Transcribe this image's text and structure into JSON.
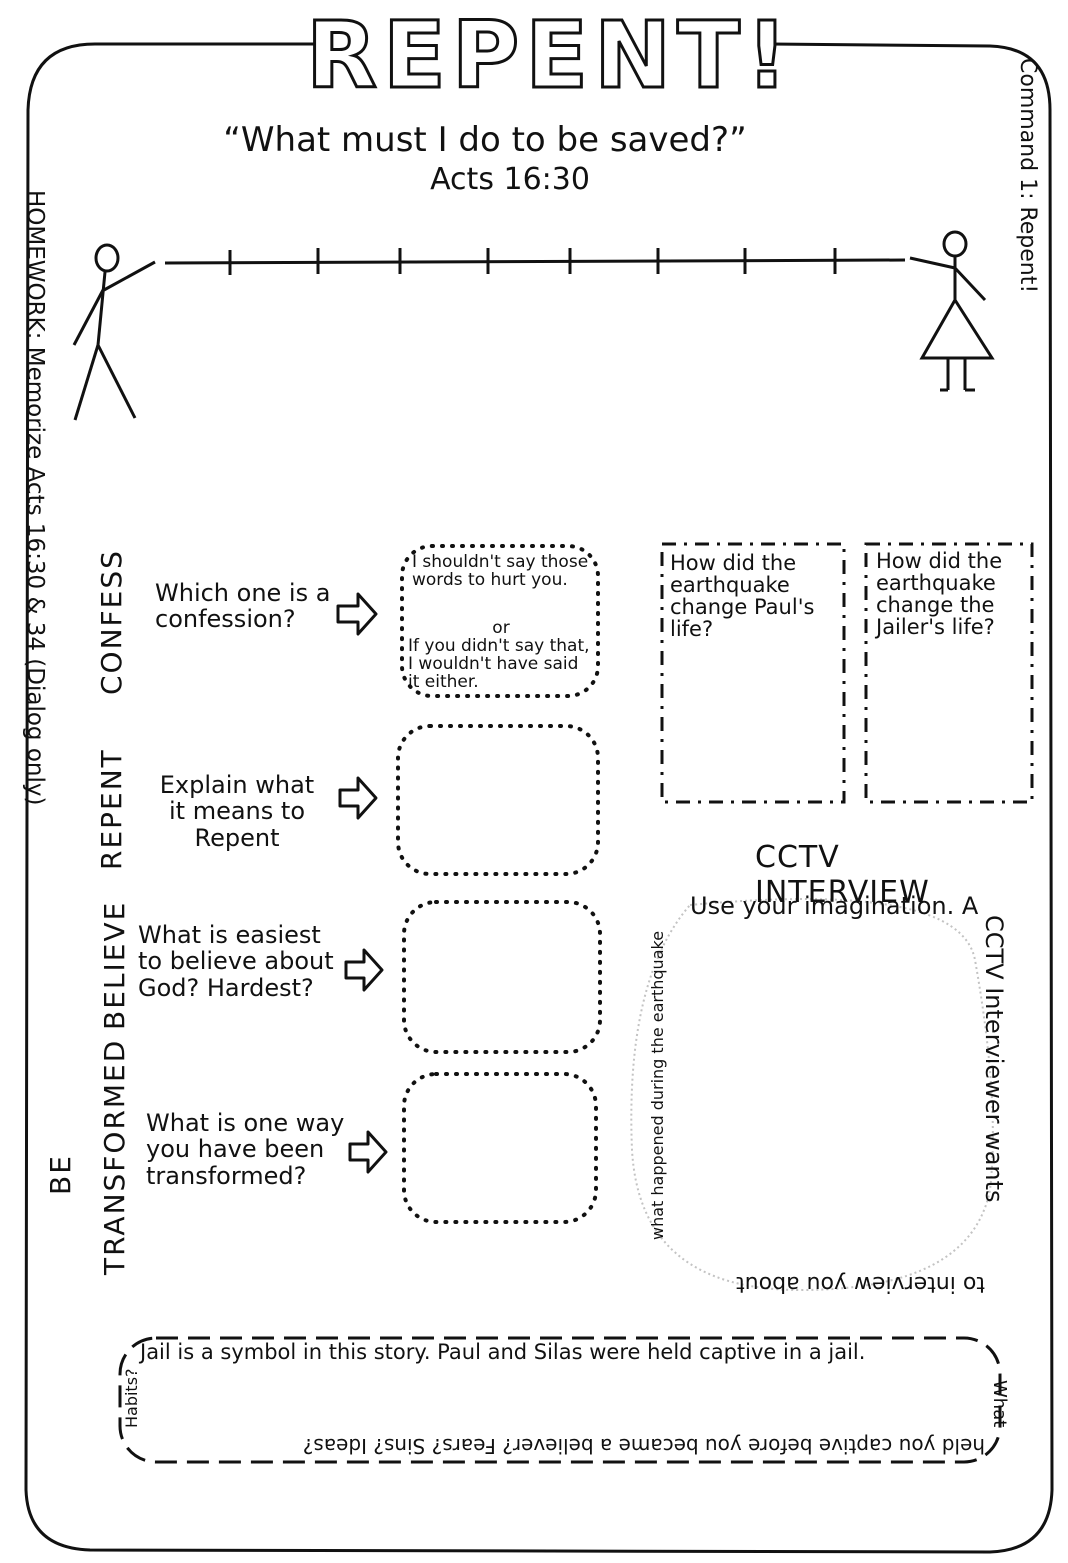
{
  "title": "REPENT!",
  "quote": "“What must I do to be saved?”",
  "reference": "Acts 16:30",
  "corner_label": "Command 1: Repent!",
  "homework": "HOMEWORK: Memorize Acts 16:30 & 34 (Dialog only)",
  "sections": [
    {
      "label": "CONFESS",
      "prompt": "Which one is a confession?",
      "box_text": [
        "I shouldn't say those words to hurt you.",
        "or",
        "If you didn't say that, I wouldn't have said it either."
      ]
    },
    {
      "label": "REPENT",
      "prompt": "Explain what it means to Repent"
    },
    {
      "label": "BELIEVE",
      "prompt": "What is easiest to believe about God? Hardest?"
    },
    {
      "label_line1": "BE",
      "label_line2": "TRANSFORMED",
      "prompt": "What is one way you have been transformed?"
    }
  ],
  "questions": [
    "How did the earthquake change Paul's life?",
    "How did the earthquake change the Jailer's life?"
  ],
  "cctv": {
    "heading": "CCTV INTERVIEW",
    "text_top": "Use your imagination. A",
    "text_right": "CCTV Interviewer wants",
    "text_bottom": "to interview you about",
    "text_left": "what happened during the earthquake"
  },
  "jail": {
    "text_top": "Jail is a symbol in this story. Paul and Silas were held captive in a jail.",
    "text_right": "What",
    "text_bottom": "held you captive before you became a believer? Fears? Sins? Ideas?",
    "text_left": "Habits?"
  }
}
